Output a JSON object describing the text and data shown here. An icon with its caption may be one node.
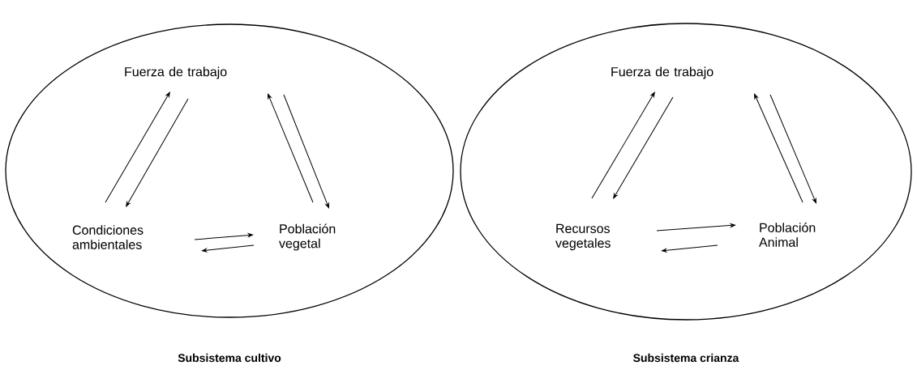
{
  "diagram": {
    "nodes": [
      {
        "text": [
          "Subsistema cultivo"
        ]
      },
      {
        "text": [
          "Fuerza de trabajo"
        ],
        "in": 0
      },
      {
        "text": [
          "Condiciones ambientales"
        ],
        "in": 0
      },
      {
        "text": [
          "Población vegetal"
        ],
        "in": 0
      },
      {
        "text": [
          "Subsistema crianza"
        ]
      },
      {
        "text": [
          "Fuerza de trabajo"
        ],
        "in": 4
      },
      {
        "text": [
          "Recursos vegetales"
        ],
        "in": 4
      },
      {
        "text": [
          "Población Animal"
        ],
        "in": 4
      }
    ],
    "edges": [
      {
        "from": 2,
        "to": 1,
        "arrow": "to"
      },
      {
        "from": 1,
        "to": 2,
        "arrow": "to"
      },
      {
        "from": 3,
        "to": 1,
        "arrow": "to"
      },
      {
        "from": 1,
        "to": 3,
        "arrow": "to"
      },
      {
        "from": 2,
        "to": 3,
        "arrow": "to"
      },
      {
        "from": 3,
        "to": 2,
        "arrow": "to"
      },
      {
        "from": 6,
        "to": 5,
        "arrow": "to"
      },
      {
        "from": 5,
        "to": 6,
        "arrow": "to"
      },
      {
        "from": 7,
        "to": 5,
        "arrow": "to"
      },
      {
        "from": 5,
        "to": 7,
        "arrow": "to"
      },
      {
        "from": 6,
        "to": 7,
        "arrow": "to"
      },
      {
        "from": 7,
        "to": 6,
        "arrow": "to"
      }
    ]
  }
}
